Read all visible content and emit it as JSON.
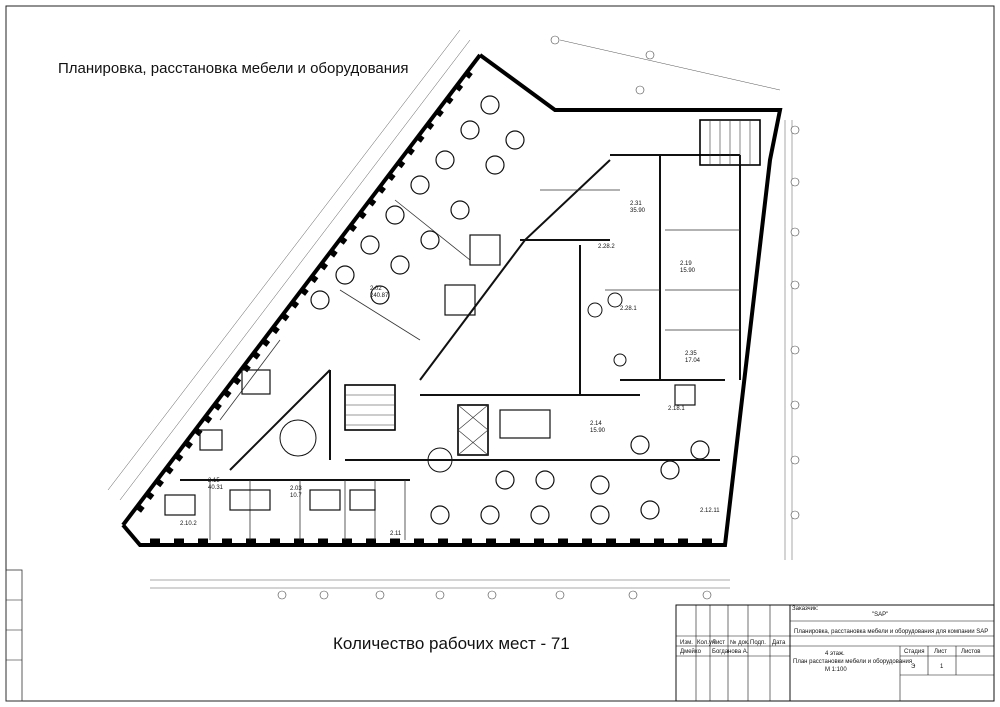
{
  "drawing": {
    "title": "Планировка, расстановка мебели и оборудования",
    "workplaces_text": "Количество рабочих мест  - 71"
  },
  "title_block": {
    "customer_label": "Заказчик:",
    "customer": "\"SAP\"",
    "project": "Планировка, расстановка мебели и оборудования для компании SAP",
    "headers": [
      "Изм.",
      "Кол.уч",
      "Лист",
      "№ док.",
      "Подп.",
      "Дата"
    ],
    "person1": "Дмейко",
    "person2": "Богданова А.",
    "floor": "4 этаж.",
    "sheet_title": "План расстановки мебели и оборудования",
    "scale": "М 1:100",
    "stage_label": "Стадия",
    "sheet_label": "Лист",
    "sheets_label": "Листов",
    "stage": "Э",
    "sheet": "1",
    "sheets": ""
  },
  "rooms": [
    {
      "id": "2.02",
      "area": "240.87"
    },
    {
      "id": "2.03",
      "area": "10.7"
    },
    {
      "id": "2.14",
      "area": "15.90"
    },
    {
      "id": "2.15",
      "area": "40.31"
    },
    {
      "id": "2.28.2",
      "area": ""
    },
    {
      "id": "2.28.1",
      "area": ""
    },
    {
      "id": "2.31",
      "area": "35.90"
    },
    {
      "id": "2.35",
      "area": "17.04"
    },
    {
      "id": "2.19",
      "area": "15.90"
    },
    {
      "id": "2.18.1",
      "area": ""
    },
    {
      "id": "2.12.11",
      "area": ""
    },
    {
      "id": "2.10.2",
      "area": ""
    },
    {
      "id": "2.11",
      "area": ""
    }
  ]
}
